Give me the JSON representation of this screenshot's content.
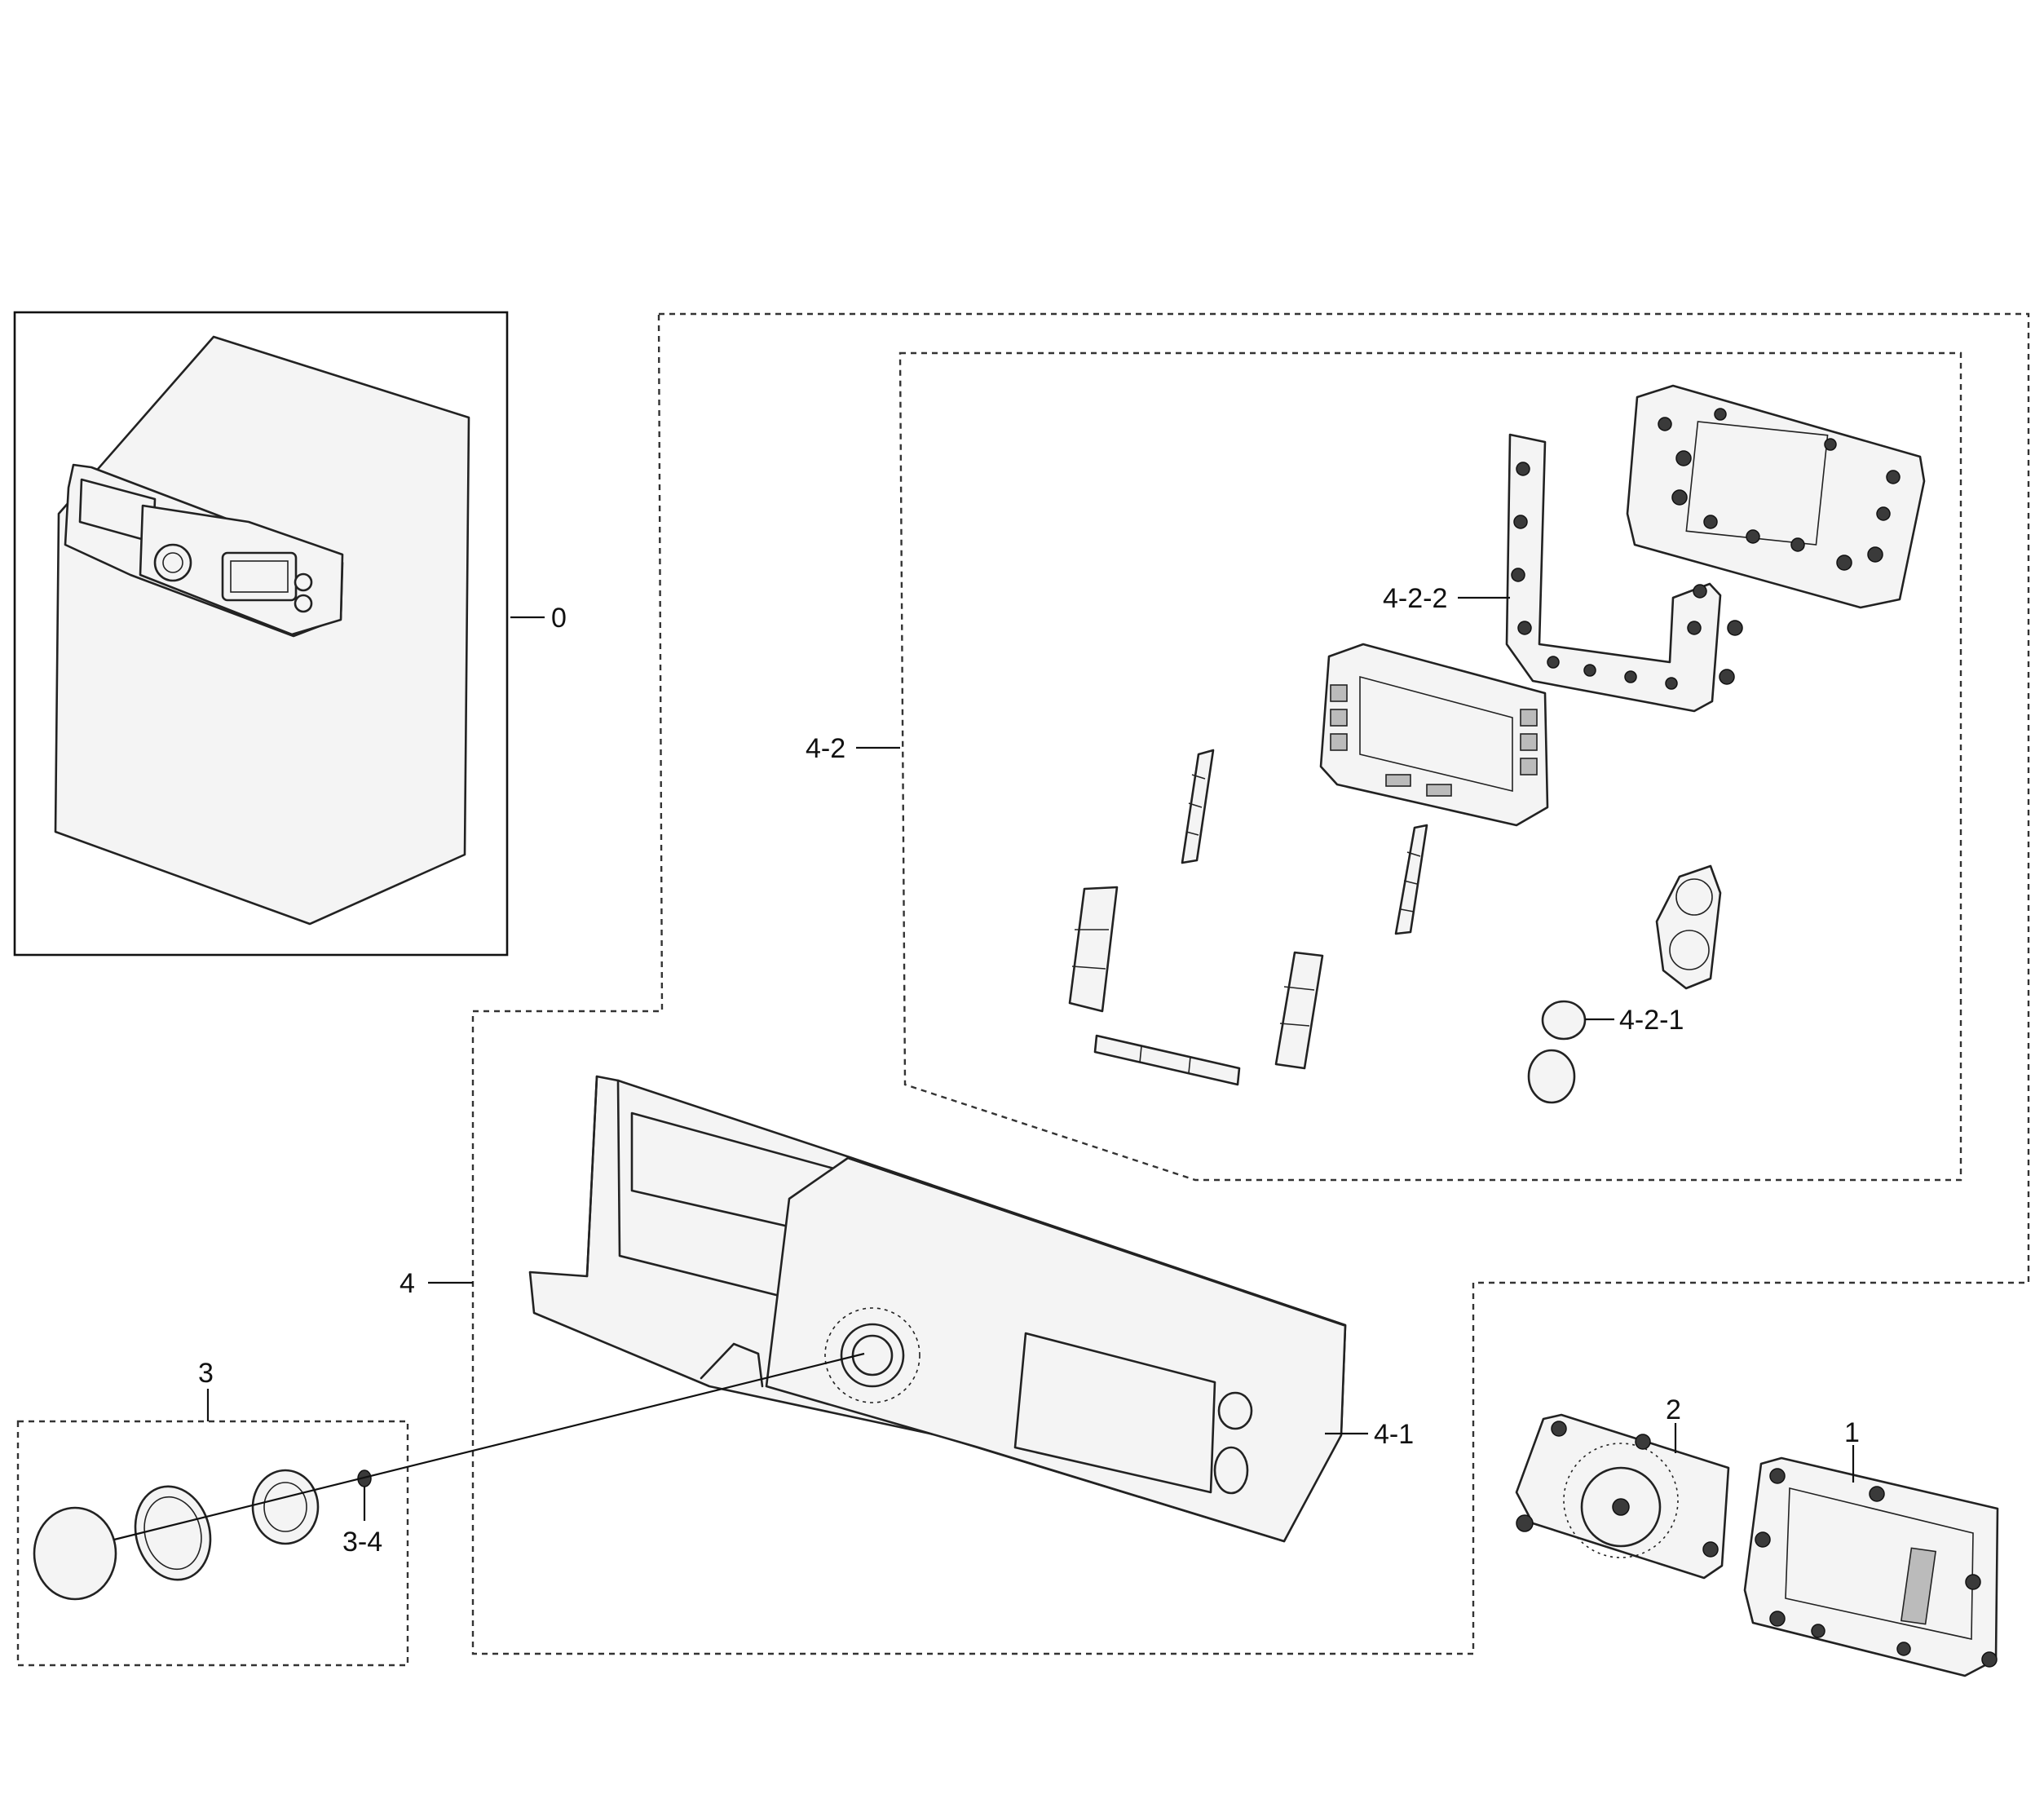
{
  "callouts": {
    "c0": "0",
    "c1": "1",
    "c2": "2",
    "c3": "3",
    "c3_4": "3-4",
    "c4": "4",
    "c4_1": "4-1",
    "c4_2": "4-2",
    "c4_2_1": "4-2-1",
    "c4_2_2": "4-2-2"
  }
}
